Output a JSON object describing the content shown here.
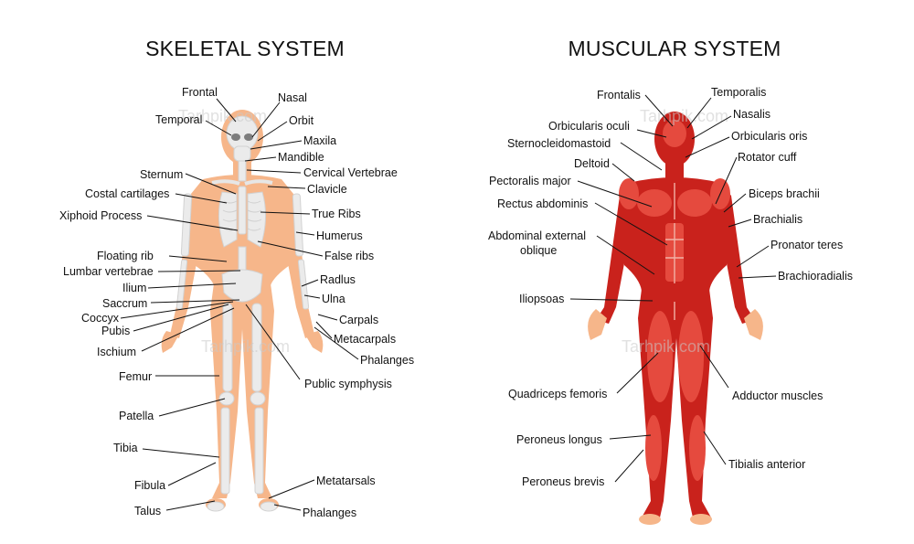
{
  "watermark": "Tarhpik.com",
  "skeletal": {
    "title": "SKELETAL SYSTEM",
    "labels": [
      "Frontal",
      "Nasal",
      "Temporal",
      "Orbit",
      "Maxila",
      "Mandible",
      "Cervical Vertebrae",
      "Sternum",
      "Clavicle",
      "Costal cartilages",
      "True Ribs",
      "Xiphoid Process",
      "Humerus",
      "False ribs",
      "Floating rib",
      "Lumbar vertebrae",
      "Radlus",
      "Ilium",
      "Ulna",
      "Saccrum",
      "Coccyx",
      "Carpals",
      "Pubis",
      "Metacarpals",
      "Ischium",
      "Phalanges",
      "Femur",
      "Public symphysis",
      "Patella",
      "Tibia",
      "Fibula",
      "Metatarsals",
      "Talus",
      "Phalanges"
    ]
  },
  "muscular": {
    "title": "MUSCULAR SYSTEM",
    "labels": [
      "Frontalis",
      "Temporalis",
      "Nasalis",
      "Orbicularis oculi",
      "Orbicularis oris",
      "Sternocleidomastoid",
      "Rotator cuff",
      "Deltoid",
      "Pectoralis major",
      "Biceps brachii",
      "Rectus abdominis",
      "Brachialis",
      "Abdominal external",
      "oblique",
      "Pronator teres",
      "Brachioradialis",
      "Iliopsoas",
      "Adductor muscles",
      "Quadriceps femoris",
      "Peroneus longus",
      "Tibialis anterior",
      "Peroneus brevis"
    ]
  },
  "colors": {
    "skin": "#f6b68a",
    "bone": "#e9e9e9",
    "muscle": "#c9221c",
    "muscle_light": "#e54a3e",
    "text": "#111111"
  }
}
